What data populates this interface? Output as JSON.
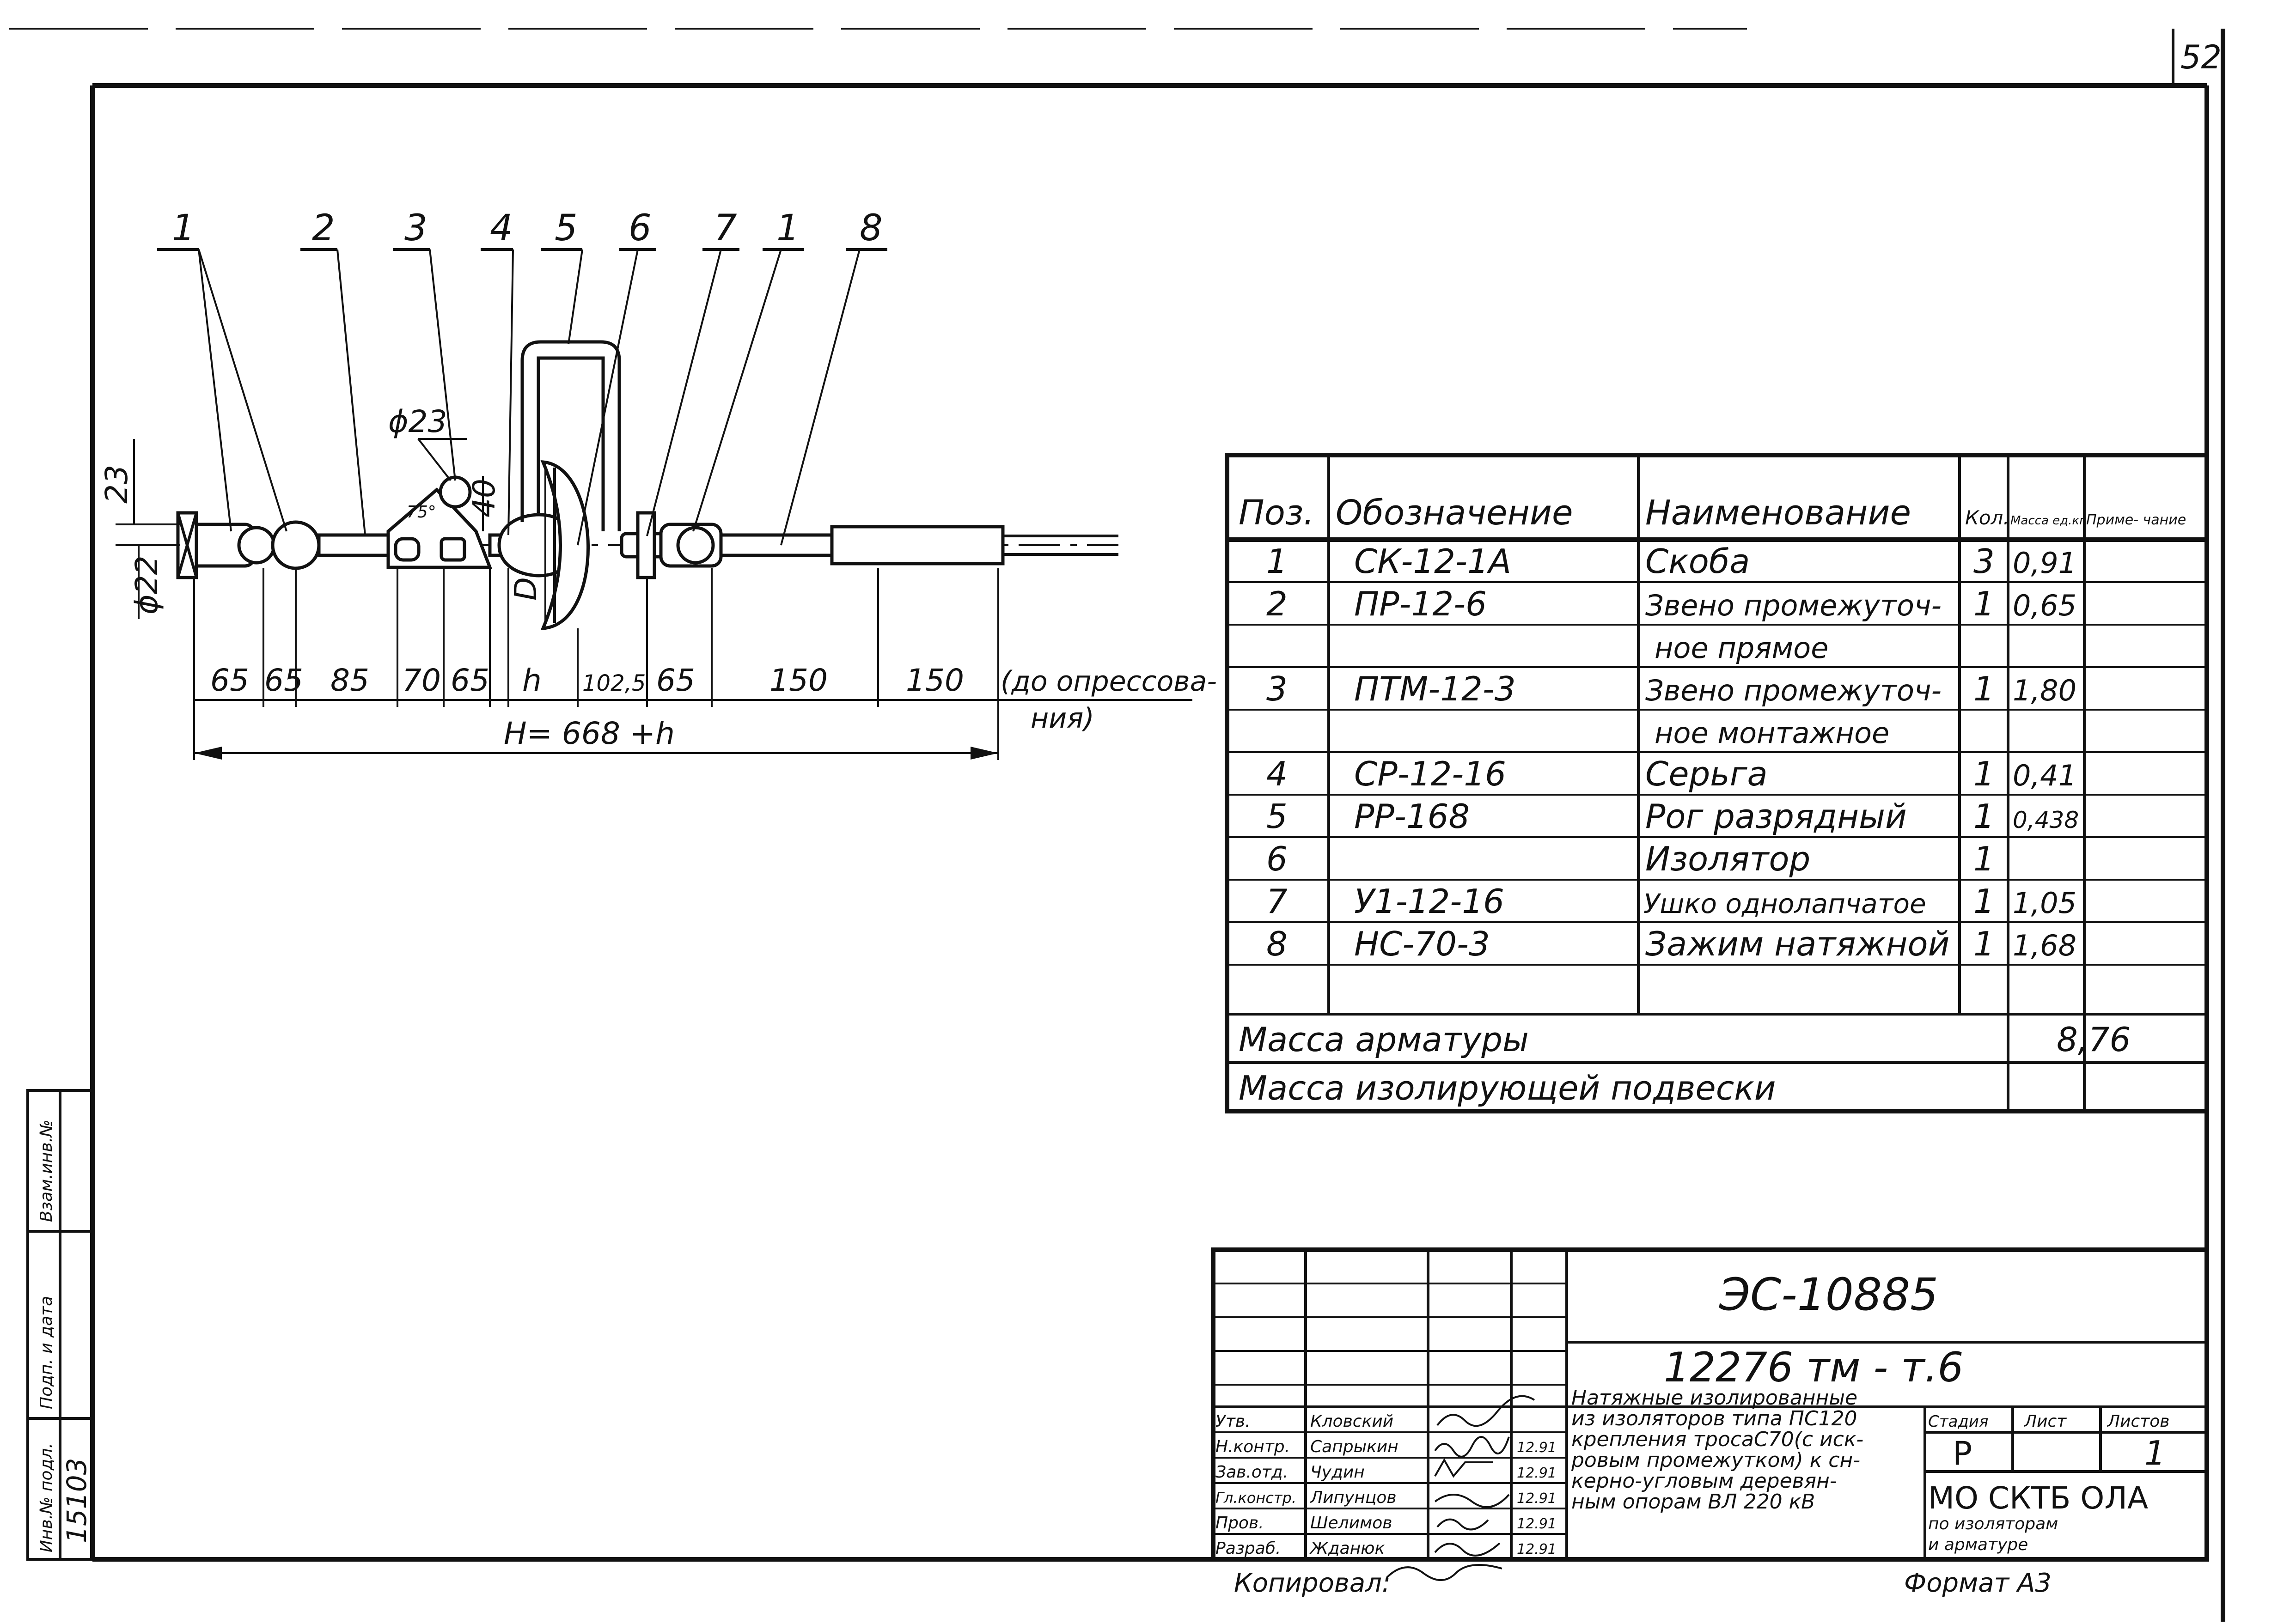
{
  "sheet": {
    "page_number": "52",
    "copied_by_label": "Копировал:",
    "format_label": "Формат А3"
  },
  "left_margin": {
    "field_1": "Взам.инв.№",
    "field_2": "Подп. и дата",
    "field_3": "Инв.№ подл.",
    "inventory_number": "15103"
  },
  "drawing": {
    "callouts": [
      "1",
      "2",
      "3",
      "4",
      "5",
      "6",
      "7",
      "1",
      "8"
    ],
    "diameter_top": "ϕ23",
    "diameter_left": "ϕ22",
    "height_23": "23",
    "height_40": "40",
    "d_label": "D",
    "angle_label": "75°",
    "dims": [
      "65",
      "65",
      "85",
      "70",
      "65",
      "h",
      "102,5",
      "65",
      "150",
      "150"
    ],
    "dim_note": "(до опрессова-",
    "dim_note_2": "ния)",
    "total": "H= 668 +h"
  },
  "spec": {
    "headers": {
      "pos": "Поз.",
      "code": "Обозначение",
      "name": "Наименование",
      "qty": "Кол.",
      "mass": "Масса ед.кг",
      "note": "Приме- чание"
    },
    "rows": [
      {
        "pos": "1",
        "code": "СК-12-1А",
        "name": "Скоба",
        "qty": "3",
        "mass": "0,91"
      },
      {
        "pos": "2",
        "code": "ПР-12-6",
        "name": "Звено промежуточ-",
        "qty": "1",
        "mass": "0,65"
      },
      {
        "pos": "",
        "code": "",
        "name": "ное прямое",
        "qty": "",
        "mass": ""
      },
      {
        "pos": "3",
        "code": "ПТМ-12-3",
        "name": "Звено промежуточ-",
        "qty": "1",
        "mass": "1,80"
      },
      {
        "pos": "",
        "code": "",
        "name": "ное монтажное",
        "qty": "",
        "mass": ""
      },
      {
        "pos": "4",
        "code": "СР-12-16",
        "name": "Серьга",
        "qty": "1",
        "mass": "0,41"
      },
      {
        "pos": "5",
        "code": "РР-168",
        "name": "Рог разрядный",
        "qty": "1",
        "mass": "0,438"
      },
      {
        "pos": "6",
        "code": "",
        "name": "Изолятор",
        "qty": "1",
        "mass": ""
      },
      {
        "pos": "7",
        "code": "У1-12-16",
        "name": "Ушко однолапчатое",
        "qty": "1",
        "mass": "1,05"
      },
      {
        "pos": "8",
        "code": "НС-70-3",
        "name": "Зажим натяжной",
        "qty": "1",
        "mass": "1,68"
      },
      {
        "pos": "",
        "code": "",
        "name": "",
        "qty": "",
        "mass": ""
      }
    ],
    "mass_fittings_label": "Масса арматуры",
    "mass_fittings_value": "8,76",
    "mass_suspension_label": "Масса изолирующей подвески"
  },
  "title_block": {
    "doc_code": "ЭС-10885",
    "sheet_code": "12276 тм - т.6",
    "roles": [
      "Утв.",
      "Н.контр.",
      "Зав.отд.",
      "Гл.констр.",
      "Пров.",
      "Разраб."
    ],
    "names": [
      "Кловский",
      "Сапрыкин",
      "Чудин",
      "Липунцов",
      "Шелимов",
      "Жданюк"
    ],
    "dates": [
      "",
      "12.91",
      "12.91",
      "12.91",
      "12.91",
      "12.91"
    ],
    "title_lines": [
      "Натяжные изолированные",
      "из изоляторов типа ПС120",
      "крепления тросаС70(с иск-",
      "ровым промежутком) к сн-",
      "керно-угловым деревян-",
      "ным опорам ВЛ 220 кВ"
    ],
    "stage_label": "Стадия",
    "sheet_label": "Лист",
    "sheets_label": "Листов",
    "stage": "Р",
    "sheets": "1",
    "org_1": "МО СКТБ ОЛА",
    "org_2": "по изоляторам",
    "org_3": "и арматуре"
  }
}
